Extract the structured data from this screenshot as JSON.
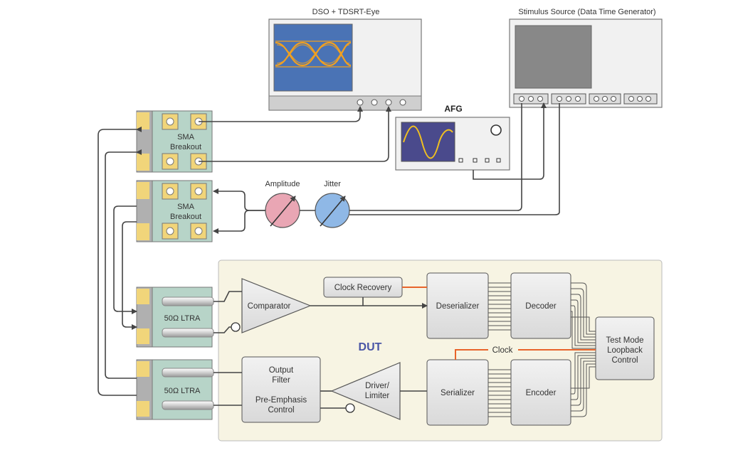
{
  "instruments": {
    "dso_title": "DSO + TDSRT-Eye",
    "stimulus_title": "Stimulus Source (Data Time Generator)",
    "afg_title": "AFG"
  },
  "breakouts": {
    "top_line1": "SMA",
    "top_line2": "Breakout",
    "mid_line1": "SMA",
    "mid_line2": "Breakout"
  },
  "impairments": {
    "amplitude": "Amplitude",
    "jitter": "Jitter"
  },
  "ltra": {
    "rx": "50Ω LTRA",
    "tx": "50Ω LTRA"
  },
  "dut": {
    "label": "DUT",
    "comparator": "Comparator",
    "clock_recovery": "Clock Recovery",
    "deserializer": "Deserializer",
    "decoder": "Decoder",
    "test_mode_line1": "Test Mode",
    "test_mode_line2": "Loopback",
    "test_mode_line3": "Control",
    "clock": "Clock",
    "output_filter_line1": "Output",
    "output_filter_line2": "Filter",
    "pre_emphasis_line1": "Pre-Emphasis",
    "pre_emphasis_line2": "Control",
    "driver_line1": "Driver/",
    "driver_line2": "Limiter",
    "serializer": "Serializer",
    "encoder": "Encoder"
  },
  "colors": {
    "dut_bg": "#f7f4e3",
    "breakout_green": "#b7d4c8",
    "breakout_yellow": "#f1d57a",
    "screen_blue": "#4a73b5",
    "eye_orange": "#f0a020",
    "amplitude_pink": "#e9a6b4",
    "jitter_blue": "#8fb8e6",
    "clock_orange": "#e8642a",
    "dut_text": "#4a56a6"
  }
}
